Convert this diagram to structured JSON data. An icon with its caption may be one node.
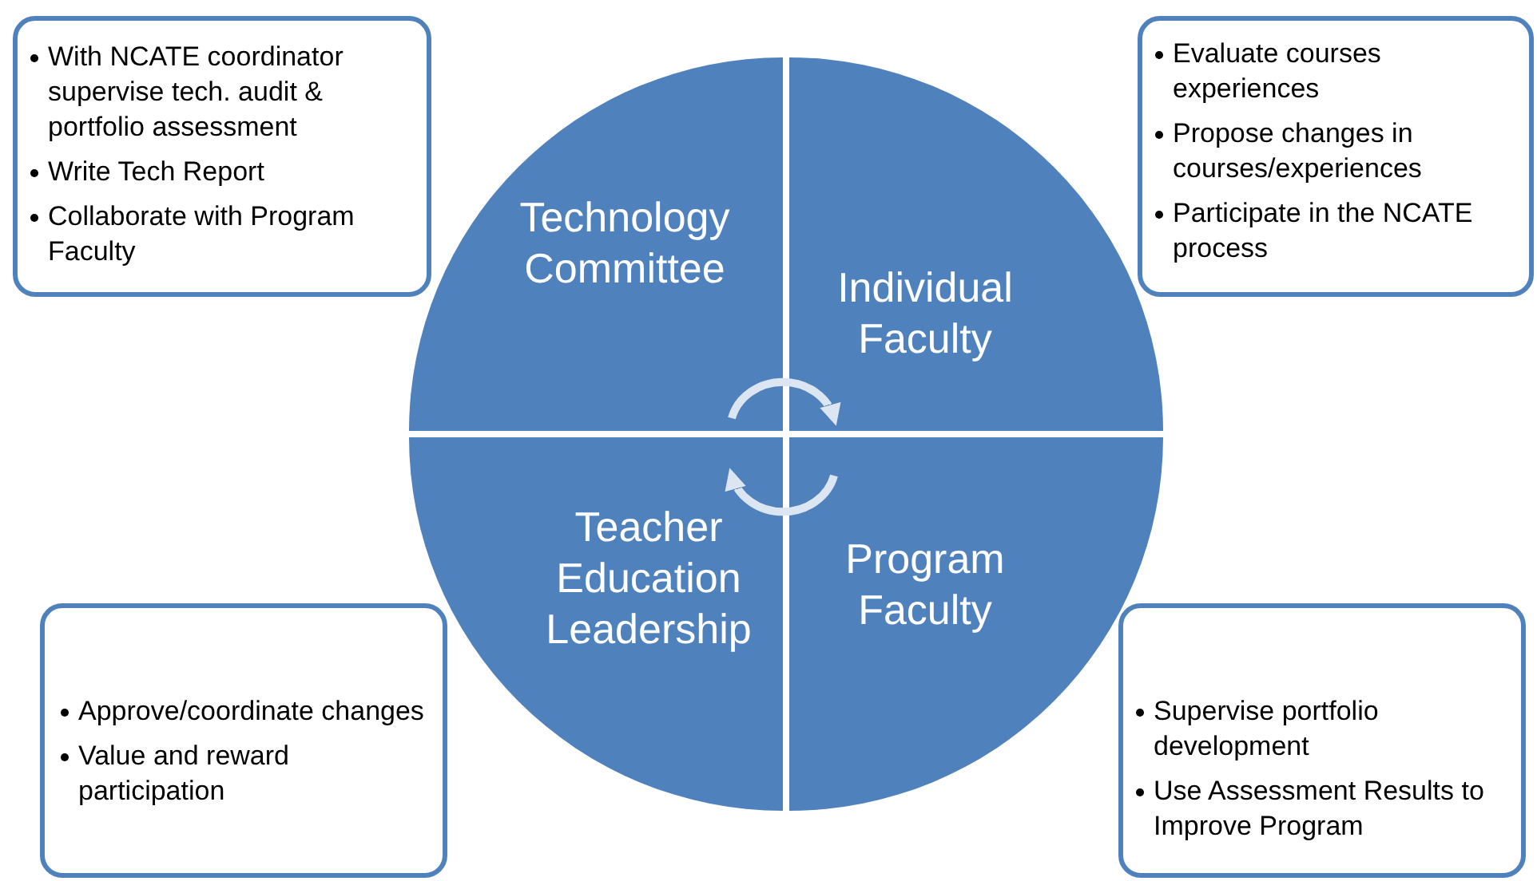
{
  "diagram": {
    "nodes": [
      {
        "text": [
          "With NCATE coordinator supervise  tech. audit & portfolio assessment",
          "Write Tech Report",
          "Collaborate with Program Faculty"
        ]
      },
      {
        "text": [
          "Technology Committee"
        ]
      },
      {
        "text": [
          "Individual Faculty"
        ]
      },
      {
        "text": [
          "Evaluate courses experiences",
          "Propose changes in courses/experiences",
          "Participate in the NCATE process"
        ]
      },
      {
        "text": [
          "Teacher Education Leadership"
        ]
      },
      {
        "text": [
          "Program Faculty"
        ]
      },
      {
        "text": [
          "Approve/coordinate changes",
          "Value and reward participation"
        ]
      },
      {
        "text": [
          "Supervise portfolio development",
          "Use Assessment Results to Improve  Program"
        ]
      }
    ],
    "edges": [
      {
        "from": 1,
        "to": 2,
        "arrow": "to"
      },
      {
        "from": 5,
        "to": 4,
        "arrow": "to"
      }
    ]
  }
}
